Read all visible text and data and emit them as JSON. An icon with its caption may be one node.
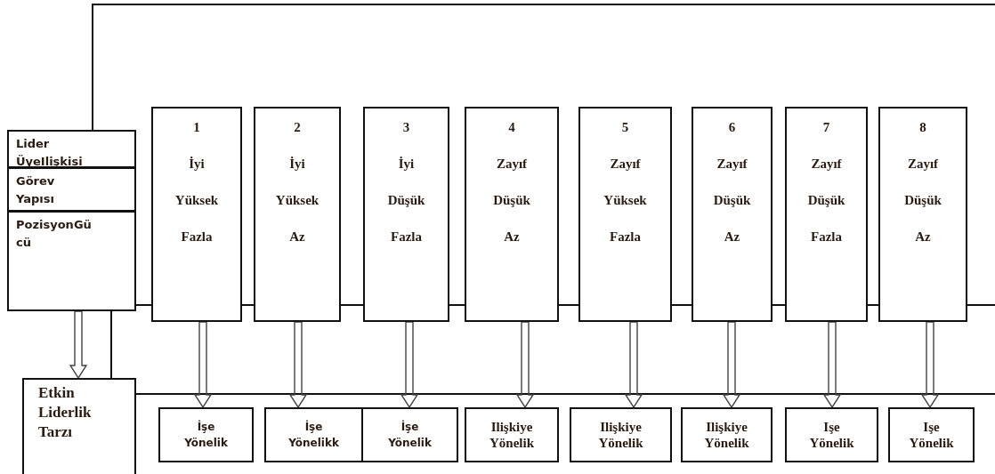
{
  "diagram": {
    "nodes": [
      {
        "text": [
          "Lider ÜyeIlişkisi"
        ]
      },
      {
        "text": [
          "Görev Yapısı"
        ]
      },
      {
        "text": [
          "PozisyonGü cü"
        ]
      },
      {
        "text": [
          "Etkin Liderlik Tarzı"
        ]
      },
      {
        "text": [
          "1",
          "İyi",
          "Yüksek",
          "Fazla"
        ]
      },
      {
        "text": [
          "2",
          "İyi",
          "Yüksek",
          "Az"
        ]
      },
      {
        "text": [
          "3",
          "İyi",
          "Düşük",
          "Fazla"
        ]
      },
      {
        "text": [
          "4",
          "Zayıf",
          "Düşük",
          "Az"
        ]
      },
      {
        "text": [
          "5",
          "Zayıf",
          "Yüksek",
          "Fazla"
        ]
      },
      {
        "text": [
          "6",
          "Zayıf",
          "Düşük",
          "Az"
        ]
      },
      {
        "text": [
          "7",
          "Zayıf",
          "Düşük",
          "Fazla"
        ]
      },
      {
        "text": [
          "8",
          "Zayıf",
          "Düşük",
          "Az"
        ]
      },
      {
        "text": [
          "İşe Yönelik"
        ]
      },
      {
        "text": [
          "İşe Yönelikk"
        ]
      },
      {
        "text": [
          "İşe Yönelik"
        ]
      },
      {
        "text": [
          "Ilişkiye Yönelik"
        ]
      },
      {
        "text": [
          "Ilişkiye Yönelik"
        ]
      },
      {
        "text": [
          "Ilişkiye Yönelik"
        ]
      },
      {
        "text": [
          "Işe Yönelik"
        ]
      },
      {
        "text": [
          "Işe Yönelik"
        ]
      }
    ],
    "edges": [
      {
        "from": 0,
        "to": null,
        "arrow": "none"
      },
      {
        "from": 2,
        "to": 4,
        "arrow": "none"
      },
      {
        "from": 4,
        "to": 5,
        "arrow": "none"
      },
      {
        "from": 5,
        "to": 6,
        "arrow": "none"
      },
      {
        "from": 6,
        "to": 7,
        "arrow": "none"
      },
      {
        "from": 7,
        "to": 8,
        "arrow": "none"
      },
      {
        "from": 8,
        "to": 9,
        "arrow": "none"
      },
      {
        "from": 9,
        "to": 10,
        "arrow": "none"
      },
      {
        "from": 10,
        "to": 11,
        "arrow": "none"
      },
      {
        "from": 11,
        "to": null,
        "arrow": "none"
      },
      {
        "from": 2,
        "to": 3,
        "arrow": "to"
      },
      {
        "from": 2,
        "to": 3,
        "arrow": "none"
      },
      {
        "from": 3,
        "to": null,
        "arrow": "none"
      },
      {
        "from": 4,
        "to": 12,
        "arrow": "to"
      },
      {
        "from": 5,
        "to": 13,
        "arrow": "to"
      },
      {
        "from": 6,
        "to": 14,
        "arrow": "to"
      },
      {
        "from": 7,
        "to": 15,
        "arrow": "to"
      },
      {
        "from": 8,
        "to": 16,
        "arrow": "to"
      },
      {
        "from": 9,
        "to": 17,
        "arrow": "to"
      },
      {
        "from": 10,
        "to": 18,
        "arrow": "to"
      },
      {
        "from": 11,
        "to": 19,
        "arrow": "to"
      }
    ]
  }
}
